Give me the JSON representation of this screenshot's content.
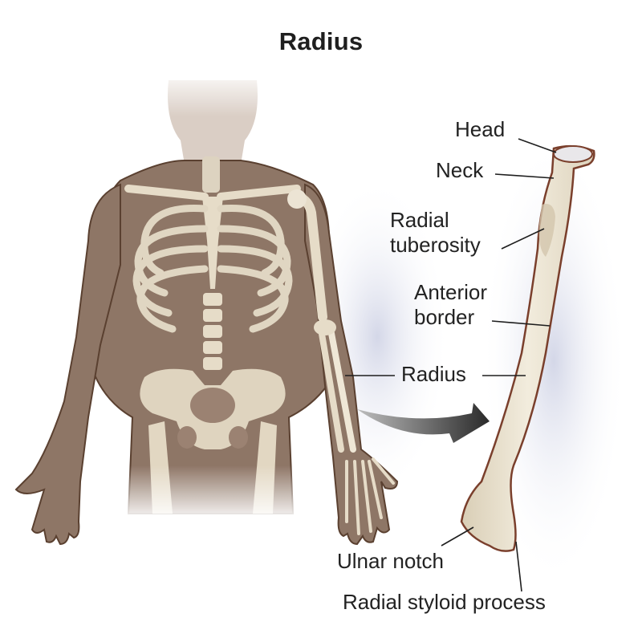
{
  "title": "Radius",
  "colors": {
    "skin": "#8e7666",
    "skin_outline": "#5a4030",
    "bone": "#e6dcc8",
    "bone_outline": "#7a3f2c",
    "text": "#222222",
    "arrow": "#3a3a3a",
    "shadow": "#c8cce0"
  },
  "labels": {
    "head": "Head",
    "neck": "Neck",
    "radial_tuberosity_line1": "Radial",
    "radial_tuberosity_line2": "tuberosity",
    "anterior_border_line1": "Anterior",
    "anterior_border_line2": "border",
    "radius": "Radius",
    "ulnar_notch": "Ulnar notch",
    "radial_styloid_process": "Radial styloid process"
  }
}
